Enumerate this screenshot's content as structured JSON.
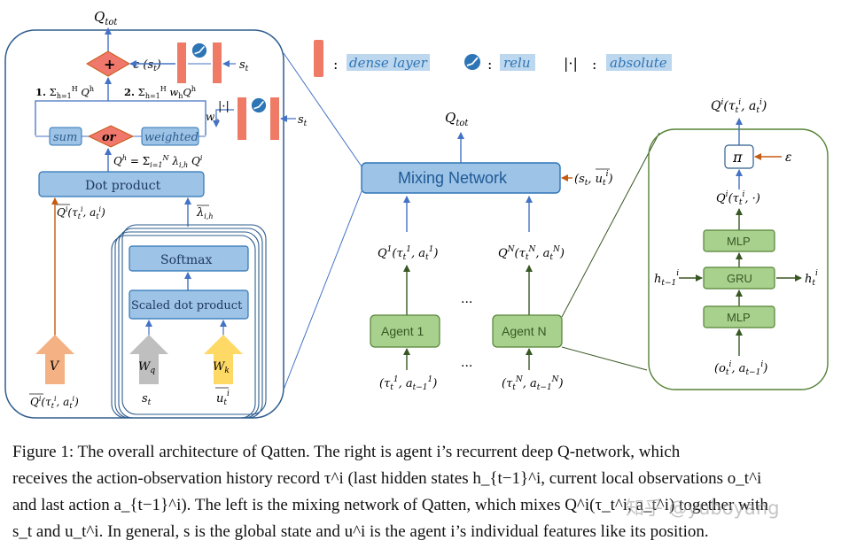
{
  "colors": {
    "dense": "#ef7b67",
    "relu": "#2e75b6",
    "blue_box": "#9dc3e6",
    "blue_stroke": "#2e75b6",
    "green_box": "#a9d18e",
    "green_stroke": "#548235",
    "mix_plus": "#f0776b",
    "V_arrow": "#f4b183",
    "Wq_arrow": "#bfbfbf",
    "Wk_arrow": "#ffd966",
    "label_highlight": "#9dc3e6",
    "line": "#4472c4",
    "dark_line": "#385723"
  },
  "legend": {
    "dense_label": "dense layer",
    "relu_label": "relu",
    "abs_symbol": "|·|",
    "abs_label": "absolute",
    "colon": ":"
  },
  "left": {
    "q_tot": "Q_tot",
    "plus": "+",
    "c_st": "c (s_t)",
    "st_top": "s_t",
    "label_sum_formula": "1. Σ_{h=1}^{H} Q^h",
    "label_weighted_formula": "2. Σ_{h=1}^{H} w_h Q^h",
    "wh": "w_h",
    "abs_symbol": "|·|",
    "st_mid": "s_t",
    "sum": "sum",
    "or": "or",
    "weighted": "weighted",
    "qh_formula": "Q^h = Σ_{i=1}^{N} λ_{i,h} Q^i",
    "dot_product": "Dot product",
    "qi_vec": "Q^i(τ_t^i, a_t^i)",
    "lambda": "λ_{i,h}",
    "softmax": "Softmax",
    "scaled_dot": "Scaled dot product",
    "V": "V",
    "Wq": "W_q",
    "Wk": "W_k",
    "qi_bottom": "Q^i(τ_t^i, a_t^i)",
    "st_bottom": "s_t",
    "ut_bottom": "u_t^i"
  },
  "middle": {
    "q_tot": "Q_tot",
    "mixing_network": "Mixing Network",
    "st_ut": "(s_t, u_t^i)",
    "q1": "Q^1(τ_t^1, a_t^1)",
    "qn": "Q^N(τ_t^N, a_t^N)",
    "dots": "...",
    "agent1": "Agent 1",
    "agentn": "Agent N",
    "in1": "(τ_t^1, a_{t−1}^1)",
    "inn": "(τ_t^N, a_{t−1}^N)"
  },
  "right": {
    "qi_top": "Q^i(τ_t^i, a_t^i)",
    "pi": "π",
    "epsilon": "ε",
    "qi_dot": "Q^i(τ_t^i, ·)",
    "mlp_top": "MLP",
    "gru": "GRU",
    "mlp_bottom": "MLP",
    "h_prev": "h_{t−1}^i",
    "h_next": "h_t^i",
    "input": "(o_t^i, a_{t−1}^i)"
  },
  "caption": {
    "line1": "Figure 1: The overall architecture of Qatten. The right is agent i’s recurrent deep Q-network, which",
    "line2": "receives the action-observation history record τ^i (last hidden states h_{t−1}^i, current local observations o_t^i",
    "line3": "and last action a_{t−1}^i). The left is the mixing network of Qatten, which mixes Q^i(τ_t^i, a_t^i) together with",
    "line4": "s_t and u_t^i. In general, s is the global state and u^i is the agent i’s individual features like its position."
  },
  "watermark": "知乎 @yuboyang"
}
